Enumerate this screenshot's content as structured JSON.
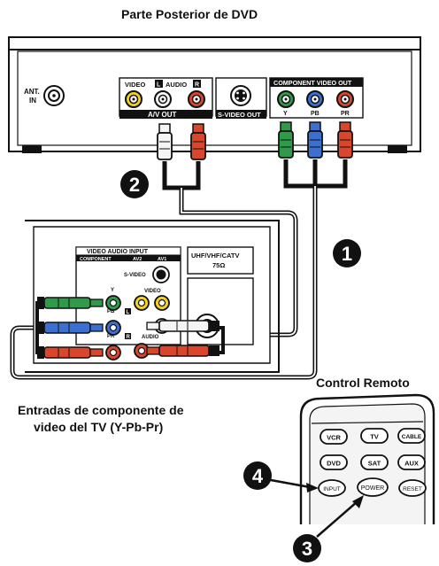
{
  "dvd_title": "Parte Posterior de DVD",
  "dvd_panel": {
    "ant_label_1": "ANT.",
    "ant_label_2": "IN",
    "video_label": "VIDEO",
    "l_label": "L",
    "audio_label": "AUDIO",
    "r_label": "R",
    "av_out_label": "A/V OUT",
    "svideo_out_label": "S-VIDEO OUT",
    "component_out_label": "COMPONENT VIDEO OUT",
    "y_label": "Y",
    "pb_label": "PB",
    "pr_label": "PR"
  },
  "steps": {
    "one": "1",
    "two": "2",
    "three": "3",
    "four": "4"
  },
  "tv_panel": {
    "video_audio_input_label": "VIDEO AUDIO INPUT",
    "component_label": "COMPONENT",
    "av2_label": "AV2",
    "av1_label": "AV1",
    "svideo_label": "S-VIDEO",
    "uhf_label": "UHF/VHF/CATV",
    "ohm_label": "75Ω",
    "video_label": "VIDEO",
    "y_label": "Y",
    "pb_label": "PB",
    "pr_label": "PR",
    "l_label": "L",
    "r_label": "R",
    "audio_label": "AUDIO"
  },
  "tv_caption_line1": "Entradas de componente de",
  "tv_caption_line2": "video del TV (Y-Pb-Pr)",
  "remote_title": "Control Remoto",
  "remote_buttons": {
    "vcr": "VCR",
    "tv": "TV",
    "cable": "CABLE",
    "dvd": "DVD",
    "sat": "SAT",
    "aux": "AUX",
    "input": "INPUT",
    "power": "POWER",
    "reset": "RESET"
  },
  "colors": {
    "green": "#2e9a4a",
    "blue": "#3b6fd0",
    "red": "#d9462c",
    "yellow": "#f2d21b",
    "white": "#f4f4f4"
  }
}
